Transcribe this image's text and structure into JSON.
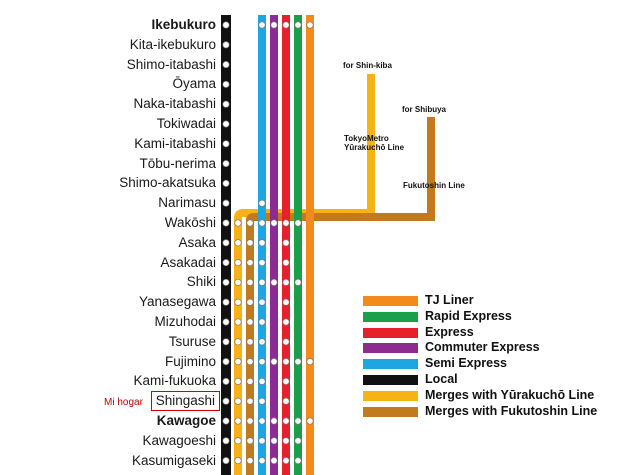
{
  "stations": [
    {
      "name": "Ikebukuro",
      "major": true
    },
    {
      "name": "Kita-ikebukuro"
    },
    {
      "name": "Shimo-itabashi"
    },
    {
      "name": "Ōyama"
    },
    {
      "name": "Naka-itabashi"
    },
    {
      "name": "Tokiwadai"
    },
    {
      "name": "Kami-itabashi"
    },
    {
      "name": "Tōbu-nerima"
    },
    {
      "name": "Shimo-akatsuka"
    },
    {
      "name": "Narimasu"
    },
    {
      "name": "Wakōshi"
    },
    {
      "name": "Asaka"
    },
    {
      "name": "Asakadai"
    },
    {
      "name": "Shiki"
    },
    {
      "name": "Yanasegawa"
    },
    {
      "name": "Mizuhodai"
    },
    {
      "name": "Tsuruse"
    },
    {
      "name": "Fujimino"
    },
    {
      "name": "Kami-fukuoka"
    },
    {
      "name": "Shingashi",
      "highlight": true
    },
    {
      "name": "Kawagoe",
      "major": true
    },
    {
      "name": "Kawagoeshi"
    },
    {
      "name": "Kasumigaseki"
    }
  ],
  "home_label": "Mi hogar",
  "annotations": {
    "shinkiba": "for Shin-kiba",
    "shibuya": "for Shibuya",
    "yurakucho_l1": "TokyoMetro",
    "yurakucho_l2": "Yūrakuchō Line",
    "fukutoshin": "Fukutoshin Line"
  },
  "colors": {
    "local": "#111111",
    "semi_express": "#1ea6e0",
    "commuter_express": "#8e2b8e",
    "express": "#e8202a",
    "rapid_express": "#1aa04a",
    "tj_liner": "#f28a1c",
    "yurakucho": "#f7b216",
    "fukutoshin": "#c27a1e",
    "home_box": "#d00000"
  },
  "legend": [
    {
      "label": "TJ Liner",
      "color": "#f28a1c"
    },
    {
      "label": "Rapid Express",
      "color": "#1aa04a"
    },
    {
      "label": "Express",
      "color": "#e8202a"
    },
    {
      "label": "Commuter Express",
      "color": "#8e2b8e"
    },
    {
      "label": "Semi Express",
      "color": "#1ea6e0"
    },
    {
      "label": "Local",
      "color": "#111111"
    },
    {
      "label": "Merges with Yūrakuchō Line",
      "color": "#f7b216"
    },
    {
      "label": "Merges with Fukutoshin Line",
      "color": "#c27a1e"
    }
  ],
  "stops": {
    "local": "all",
    "yurakucho": [
      10,
      11,
      12,
      13,
      14,
      15,
      16,
      17,
      18,
      19,
      20,
      21,
      22
    ],
    "fukutoshin": [
      10,
      11,
      12,
      13,
      14,
      15,
      16,
      17,
      18,
      19,
      20,
      21,
      22
    ],
    "semi_express": [
      0,
      9,
      10,
      11,
      12,
      13,
      14,
      15,
      16,
      17,
      18,
      19,
      20,
      21,
      22
    ],
    "commuter_express": [
      0,
      10,
      13,
      17,
      20,
      21,
      22
    ],
    "express": [
      0,
      10,
      11,
      12,
      13,
      14,
      15,
      16,
      17,
      18,
      19,
      20,
      21,
      22
    ],
    "rapid_express": [
      0,
      10,
      13,
      17,
      20,
      21,
      22
    ],
    "tj_liner": [
      0,
      17,
      20
    ]
  }
}
